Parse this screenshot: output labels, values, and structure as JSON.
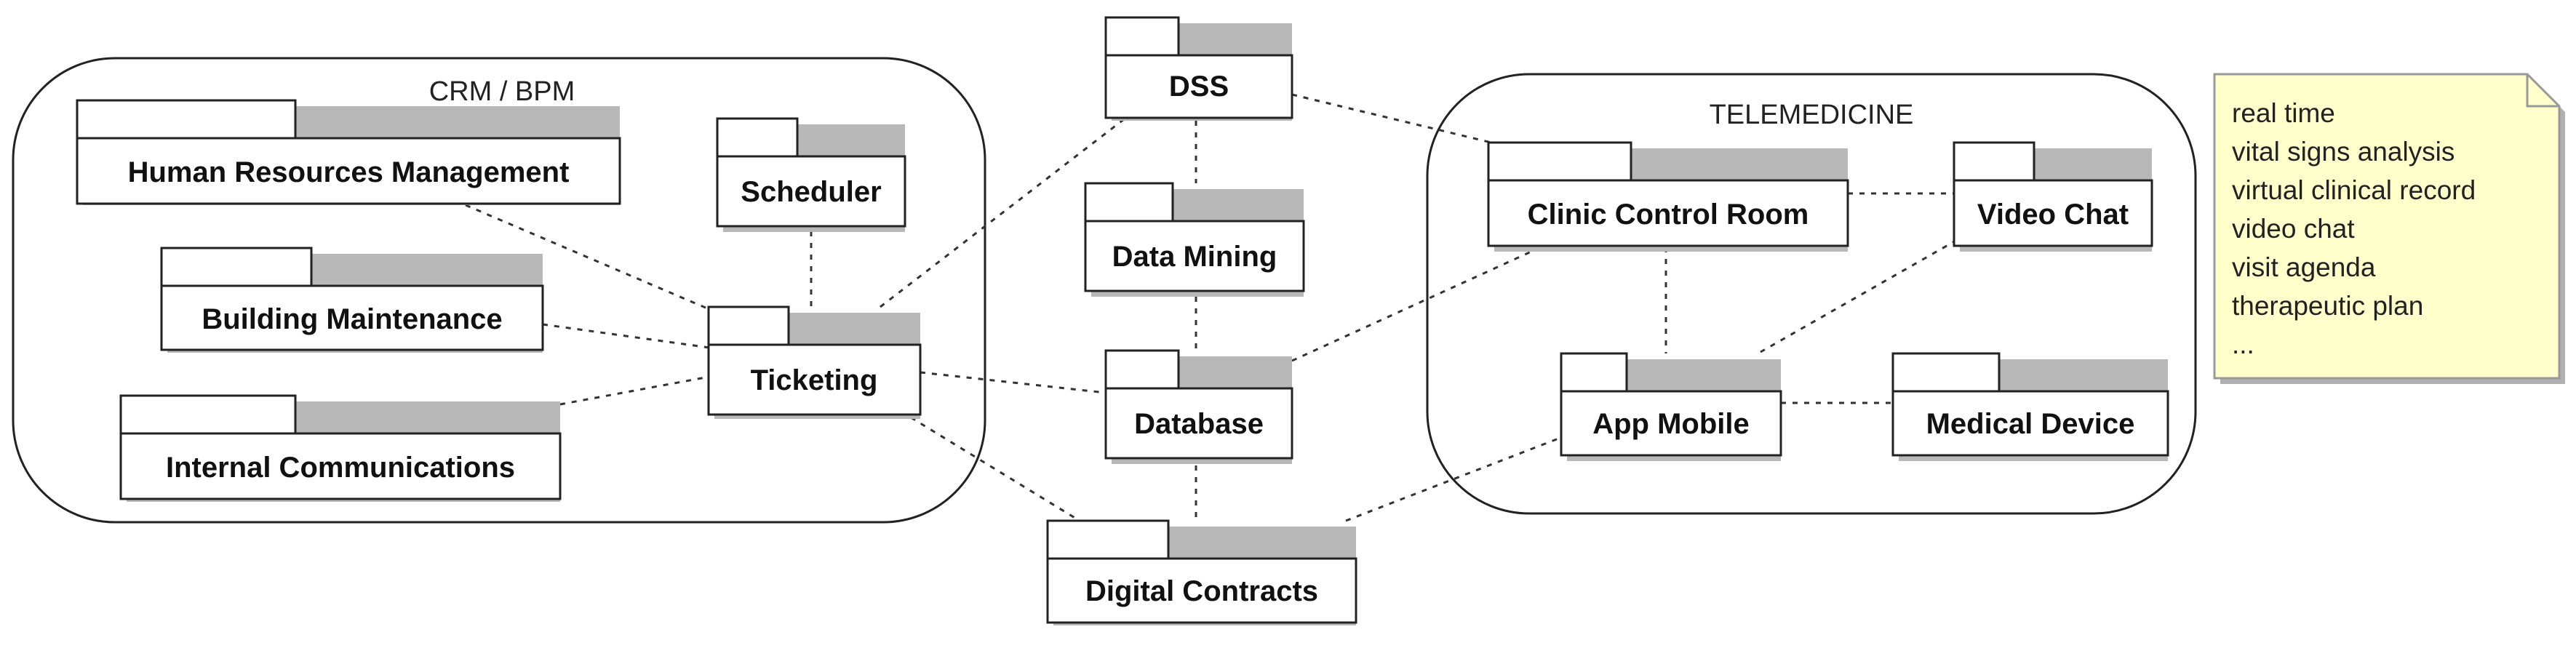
{
  "groups": {
    "crm": {
      "label": "CRM / BPM"
    },
    "telemedicine": {
      "label": "TELEMEDICINE"
    }
  },
  "packages": {
    "hr": {
      "label": "Human Resources Management"
    },
    "scheduler": {
      "label": "Scheduler"
    },
    "building": {
      "label": "Building Maintenance"
    },
    "ticketing": {
      "label": "Ticketing"
    },
    "internal": {
      "label": "Internal Communications"
    },
    "dss": {
      "label": "DSS"
    },
    "datamining": {
      "label": "Data Mining"
    },
    "database": {
      "label": "Database"
    },
    "contracts": {
      "label": "Digital Contracts"
    },
    "clinic": {
      "label": "Clinic Control Room"
    },
    "videochat": {
      "label": "Video Chat"
    },
    "appmobile": {
      "label": "App Mobile"
    },
    "medical": {
      "label": "Medical Device"
    }
  },
  "note": {
    "lines": [
      "real time",
      "vital signs analysis",
      "virtual clinical record",
      "video chat",
      "visit agenda",
      "therapeutic plan",
      "..."
    ]
  },
  "colors": {
    "note_fill": "#ffffcc",
    "note_stroke": "#999999",
    "stroke": "#222222"
  }
}
